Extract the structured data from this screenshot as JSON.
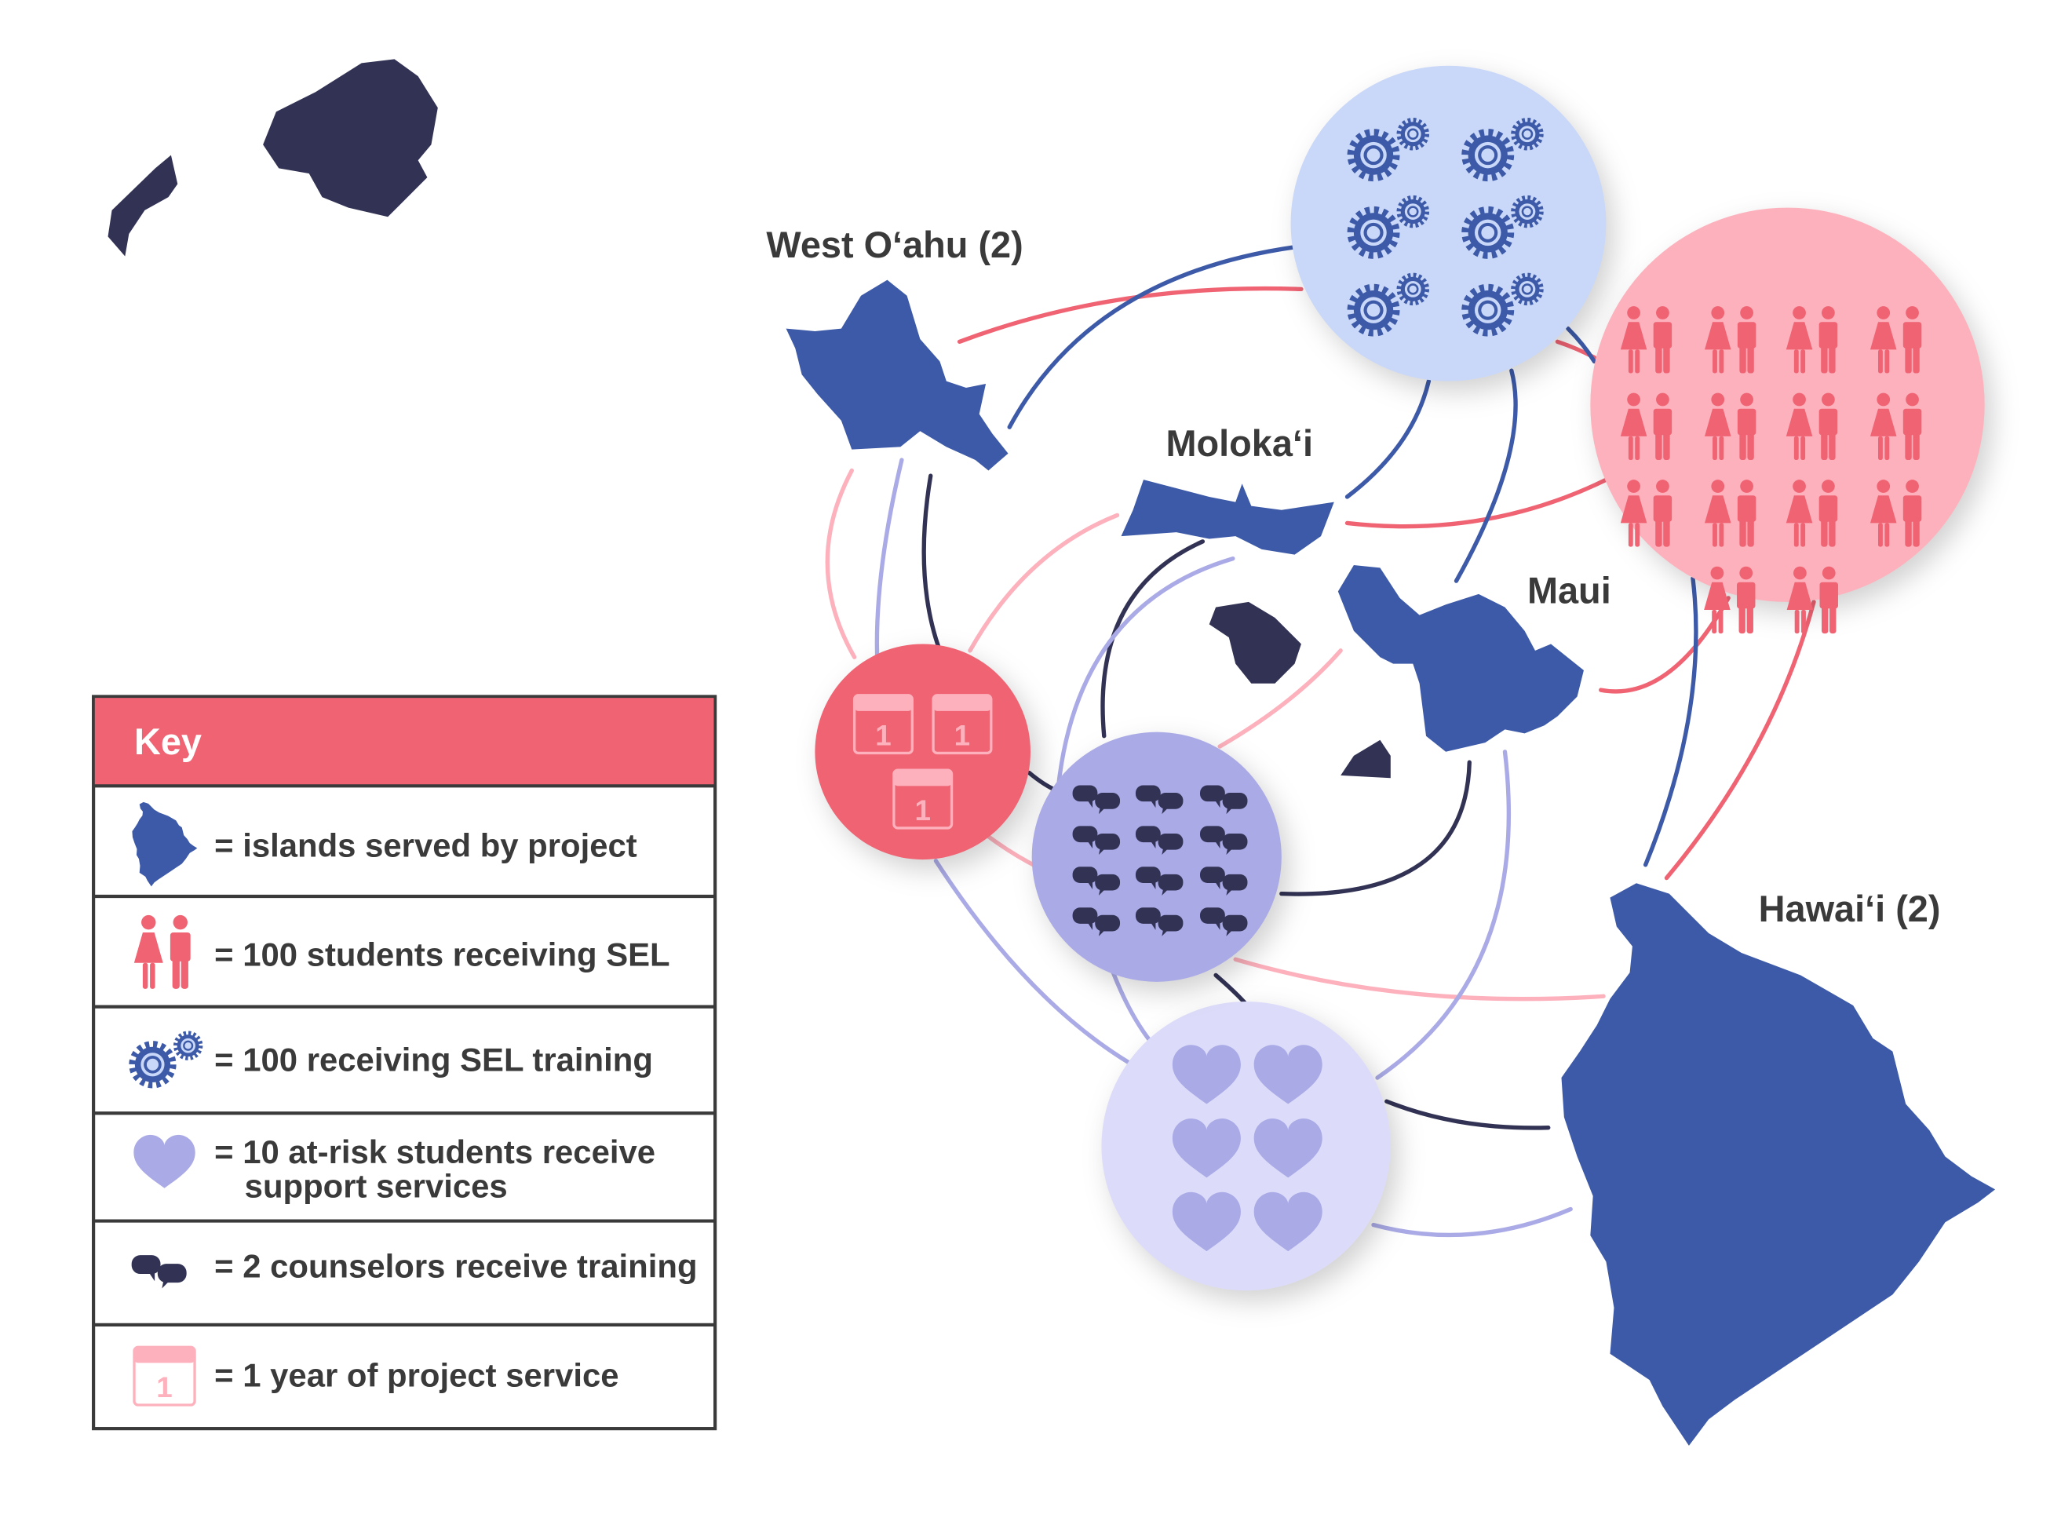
{
  "labels": {
    "west_oahu": "West O‘ahu (2)",
    "molokai": "Moloka‘i",
    "maui": "Maui",
    "hawaii": "Hawai‘i (2)"
  },
  "key": {
    "title": "Key",
    "items": [
      {
        "icon": "island-icon",
        "text": "= islands served by project"
      },
      {
        "icon": "students-icon",
        "text": "= 100 students receiving SEL"
      },
      {
        "icon": "gears-icon",
        "text": "= 100 receiving SEL training"
      },
      {
        "icon": "heart-icon",
        "text": "= 10 at-risk students receive",
        "text2": "support services"
      },
      {
        "icon": "speech-bubbles-icon",
        "text": "= 2 counselors receive training"
      },
      {
        "icon": "calendar-icon",
        "text": "= 1 year of project service"
      }
    ]
  },
  "counts": {
    "sel_training_gears": 6,
    "students_pairs": 14,
    "project_years": 3,
    "counselor_pairs": 12,
    "at_risk_hearts": 6
  },
  "calendar_number": "1",
  "colors": {
    "island_blue": "#3d5aa8",
    "island_dark": "#323255",
    "red": "#ef6373",
    "pink": "#fdb1bc",
    "light_blue": "#c9d8f8",
    "lavender": "#aaaae6",
    "pale_lavender": "#dcdcfa"
  }
}
